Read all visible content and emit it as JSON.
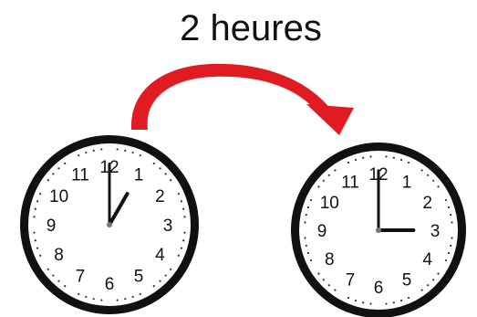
{
  "title": "2 heures",
  "colors": {
    "arrow": "#e11b22",
    "clock_rim": "#111111",
    "clock_face": "#ffffff",
    "hands": "#111111",
    "ticks": "#333333"
  },
  "clock_numerals": [
    "12",
    "1",
    "2",
    "3",
    "4",
    "5",
    "6",
    "7",
    "8",
    "9",
    "10",
    "11"
  ],
  "clocks": [
    {
      "id": "start",
      "time": "1:00",
      "hour": 1,
      "minute": 0
    },
    {
      "id": "end",
      "time": "3:00",
      "hour": 3,
      "minute": 0
    }
  ]
}
